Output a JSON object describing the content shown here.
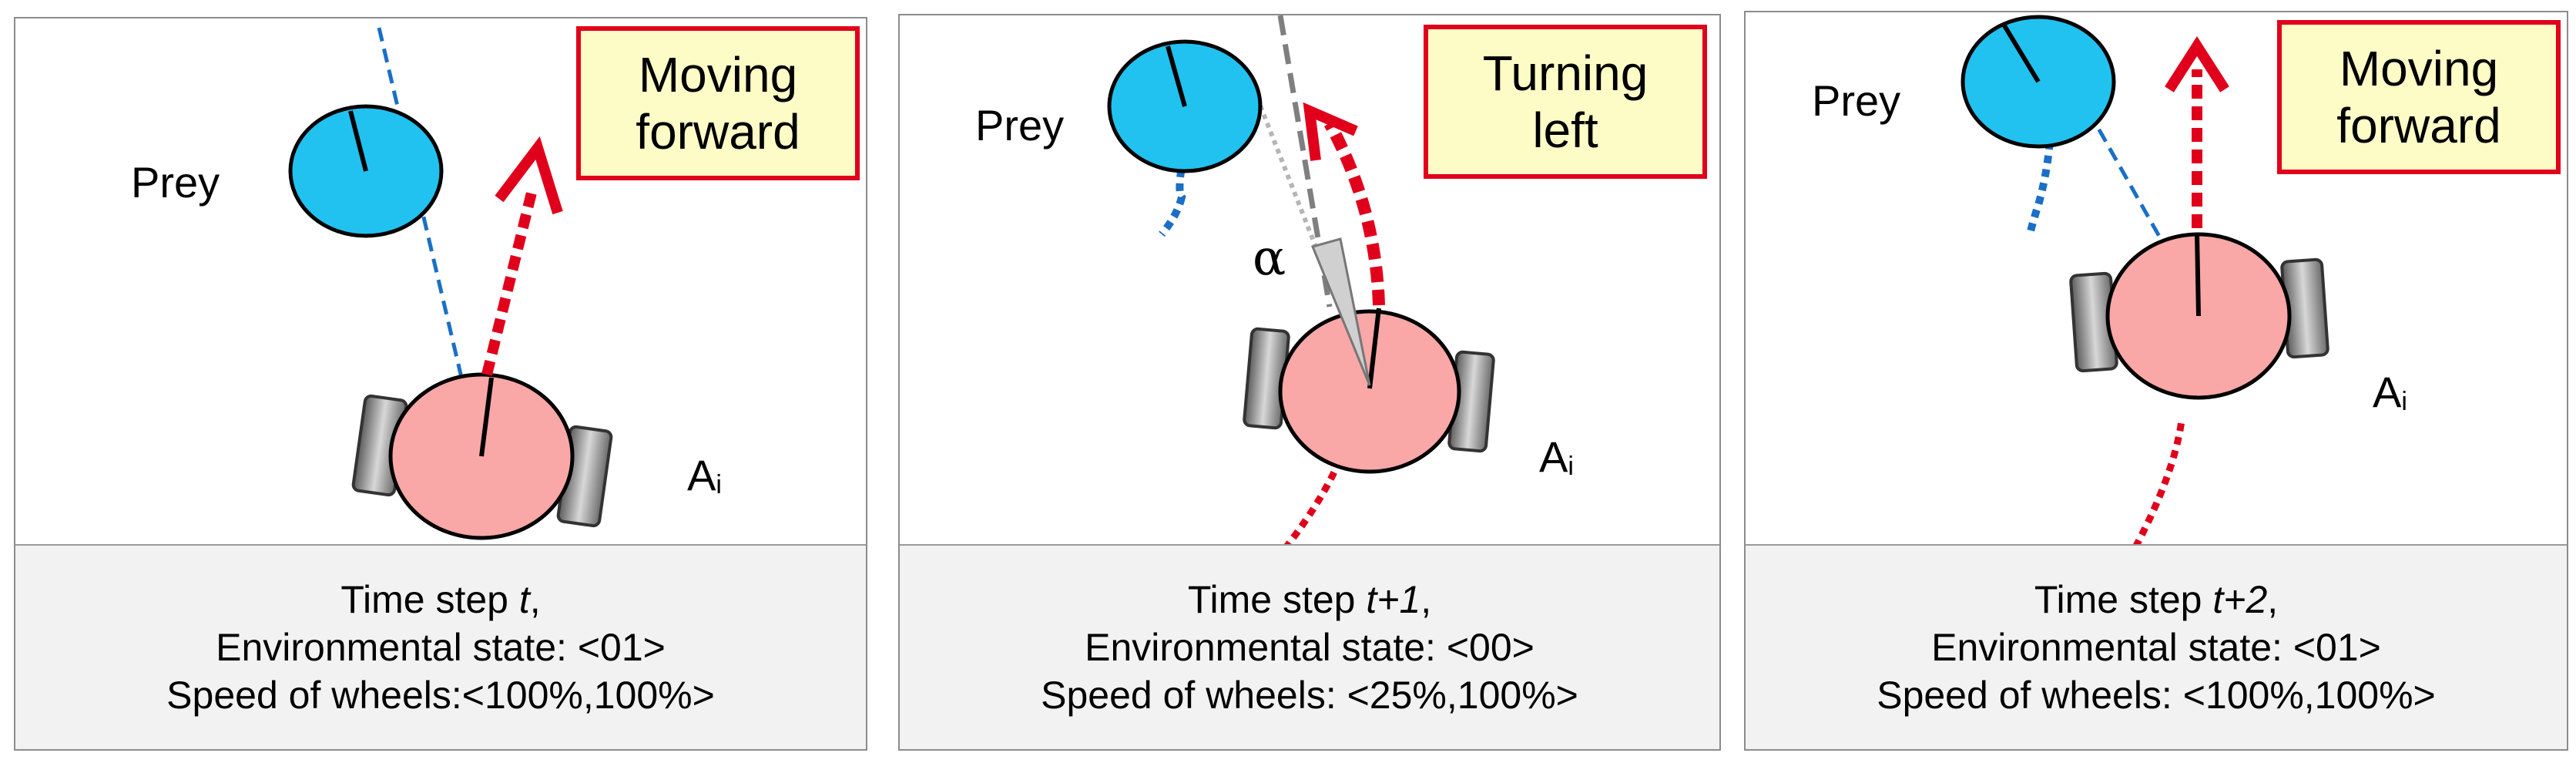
{
  "panels": [
    {
      "badge": [
        "Moving",
        "forward"
      ],
      "prey_label": "Prey",
      "agent_label": "A",
      "agent_sub": "i",
      "caption": {
        "line1_prefix": "Time step ",
        "line1_var": "t",
        "line1_suffix": ",",
        "line2": "Environmental state: <01>",
        "line3": "Speed of wheels:<100%,100%>"
      }
    },
    {
      "badge": [
        "Turning",
        "left"
      ],
      "prey_label": "Prey",
      "agent_label": "A",
      "agent_sub": "i",
      "angle_label": "α",
      "caption": {
        "line1_prefix": "Time step ",
        "line1_var": "t+1",
        "line1_suffix": ",",
        "line2": "Environmental state: <00>",
        "line3": "Speed of wheels: <25%,100%>"
      }
    },
    {
      "badge": [
        "Moving",
        "forward"
      ],
      "prey_label": "Prey",
      "agent_label": "A",
      "agent_sub": "i",
      "caption": {
        "line1_prefix": "Time step ",
        "line1_var": "t+2",
        "line1_suffix": ",",
        "line2": "Environmental state: <01>",
        "line3": "Speed of wheels: <100%,100%>"
      }
    }
  ],
  "colors": {
    "badge_border": "#e0001b",
    "badge_fill": "#fdfbc6",
    "prey_fill": "#21c2f0",
    "agent_fill": "#f9a7a7",
    "arrow": "#e0001b",
    "caption_bg": "#f2f2f2"
  }
}
